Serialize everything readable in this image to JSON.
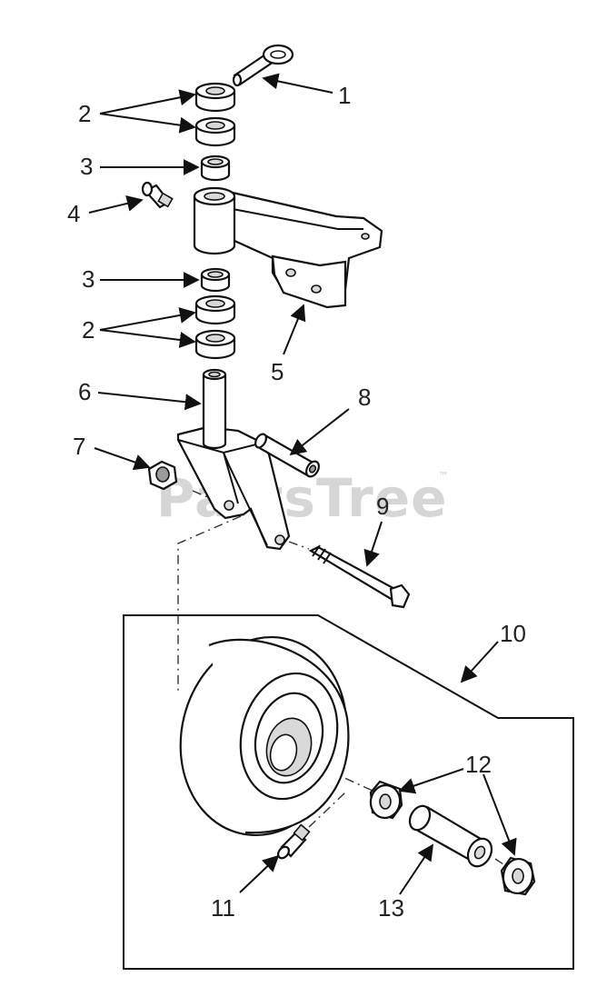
{
  "watermark": {
    "text": "PartsTree",
    "trademark": "™"
  },
  "colors": {
    "ink": "#111111",
    "watermark": "#c9c9c9",
    "fill_light": "#d8d8d8"
  },
  "callouts": [
    {
      "id": "c1",
      "text": "1"
    },
    {
      "id": "c2a",
      "text": "2"
    },
    {
      "id": "c3a",
      "text": "3"
    },
    {
      "id": "c4",
      "text": "4"
    },
    {
      "id": "c3b",
      "text": "3"
    },
    {
      "id": "c2b",
      "text": "2"
    },
    {
      "id": "c5",
      "text": "5"
    },
    {
      "id": "c6",
      "text": "6"
    },
    {
      "id": "c8",
      "text": "8"
    },
    {
      "id": "c7",
      "text": "7"
    },
    {
      "id": "c9",
      "text": "9"
    },
    {
      "id": "c10",
      "text": "10"
    },
    {
      "id": "c12",
      "text": "12"
    },
    {
      "id": "c11",
      "text": "11"
    },
    {
      "id": "c13",
      "text": "13"
    }
  ]
}
